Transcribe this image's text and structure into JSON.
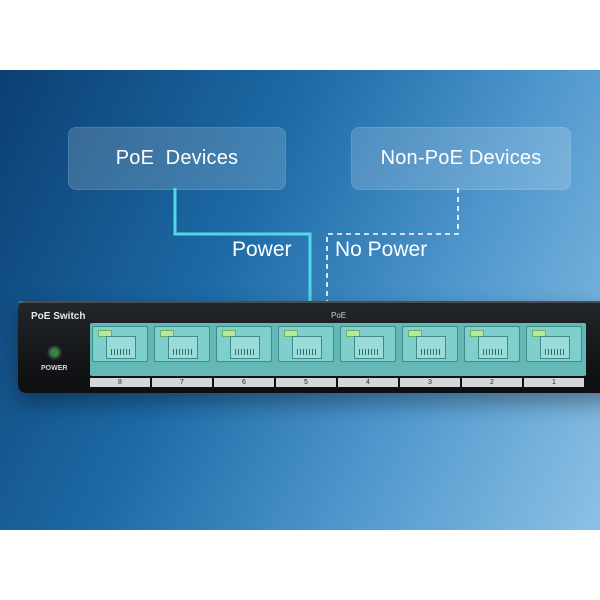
{
  "devices": {
    "poe_label": "PoE  Devices",
    "non_poe_label": "Non-PoE Devices"
  },
  "wires": {
    "power_label": "Power",
    "no_power_label": "No Power",
    "power_color": "#4fd8e6",
    "no_power_color": "#ffffff"
  },
  "switch": {
    "title": "PoE Switch",
    "poe_tag": "PoE",
    "power_label": "POWER",
    "body_color": "#17191c",
    "port_color": "#7fd0cd",
    "ports": [
      {
        "number": "8"
      },
      {
        "number": "7"
      },
      {
        "number": "6"
      },
      {
        "number": "5"
      },
      {
        "number": "4"
      },
      {
        "number": "3"
      },
      {
        "number": "2"
      },
      {
        "number": "1"
      }
    ]
  }
}
